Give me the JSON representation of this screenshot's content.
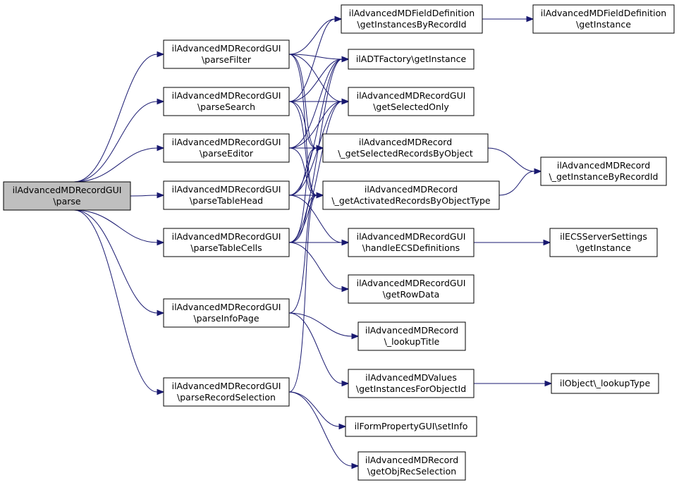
{
  "graph": {
    "nodes": [
      {
        "id": "parse",
        "lines": [
          "ilAdvancedMDRecordGUI",
          "\\parse"
        ],
        "highlighted": true
      },
      {
        "id": "parseFilter",
        "lines": [
          "ilAdvancedMDRecordGUI",
          "\\parseFilter"
        ]
      },
      {
        "id": "parseSearch",
        "lines": [
          "ilAdvancedMDRecordGUI",
          "\\parseSearch"
        ]
      },
      {
        "id": "parseEditor",
        "lines": [
          "ilAdvancedMDRecordGUI",
          "\\parseEditor"
        ]
      },
      {
        "id": "parseTableHead",
        "lines": [
          "ilAdvancedMDRecordGUI",
          "\\parseTableHead"
        ]
      },
      {
        "id": "parseTableCells",
        "lines": [
          "ilAdvancedMDRecordGUI",
          "\\parseTableCells"
        ]
      },
      {
        "id": "parseInfoPage",
        "lines": [
          "ilAdvancedMDRecordGUI",
          "\\parseInfoPage"
        ]
      },
      {
        "id": "parseRecordSelection",
        "lines": [
          "ilAdvancedMDRecordGUI",
          "\\parseRecordSelection"
        ]
      },
      {
        "id": "fieldDefByRecord",
        "lines": [
          "ilAdvancedMDFieldDefinition",
          "\\getInstancesByRecordId"
        ]
      },
      {
        "id": "fieldDefInstance",
        "lines": [
          "ilAdvancedMDFieldDefinition",
          "\\getInstance"
        ]
      },
      {
        "id": "adtFactory",
        "lines": [
          "ilADTFactory\\getInstance"
        ]
      },
      {
        "id": "getSelectedOnly",
        "lines": [
          "ilAdvancedMDRecordGUI",
          "\\getSelectedOnly"
        ]
      },
      {
        "id": "getSelectedRecordsByObject",
        "lines": [
          "ilAdvancedMDRecord",
          "\\_getSelectedRecordsByObject"
        ]
      },
      {
        "id": "getInstanceByRecordId",
        "lines": [
          "ilAdvancedMDRecord",
          "\\_getInstanceByRecordId"
        ]
      },
      {
        "id": "getActivatedRecordsByObjectType",
        "lines": [
          "ilAdvancedMDRecord",
          "\\_getActivatedRecordsByObjectType"
        ]
      },
      {
        "id": "handleECSDefinitions",
        "lines": [
          "ilAdvancedMDRecordGUI",
          "\\handleECSDefinitions"
        ]
      },
      {
        "id": "ecsServerSettings",
        "lines": [
          "ilECSServerSettings",
          "\\getInstance"
        ]
      },
      {
        "id": "getRowData",
        "lines": [
          "ilAdvancedMDRecordGUI",
          "\\getRowData"
        ]
      },
      {
        "id": "lookupTitle",
        "lines": [
          "ilAdvancedMDRecord",
          "\\_lookupTitle"
        ]
      },
      {
        "id": "valuesForObjectId",
        "lines": [
          "ilAdvancedMDValues",
          "\\getInstancesForObjectId"
        ]
      },
      {
        "id": "lookupType",
        "lines": [
          "ilObject\\_lookupType"
        ]
      },
      {
        "id": "setInfo",
        "lines": [
          "ilFormPropertyGUI\\setInfo"
        ]
      },
      {
        "id": "getObjRecSelection",
        "lines": [
          "ilAdvancedMDRecord",
          "\\getObjRecSelection"
        ]
      }
    ],
    "edges": [
      [
        "parse",
        "parseFilter"
      ],
      [
        "parse",
        "parseSearch"
      ],
      [
        "parse",
        "parseEditor"
      ],
      [
        "parse",
        "parseTableHead"
      ],
      [
        "parse",
        "parseTableCells"
      ],
      [
        "parse",
        "parseInfoPage"
      ],
      [
        "parse",
        "parseRecordSelection"
      ],
      [
        "parseFilter",
        "fieldDefByRecord"
      ],
      [
        "parseFilter",
        "adtFactory"
      ],
      [
        "parseFilter",
        "getSelectedOnly"
      ],
      [
        "parseFilter",
        "getSelectedRecordsByObject"
      ],
      [
        "parseFilter",
        "getActivatedRecordsByObjectType"
      ],
      [
        "parseSearch",
        "fieldDefByRecord"
      ],
      [
        "parseSearch",
        "adtFactory"
      ],
      [
        "parseSearch",
        "getSelectedOnly"
      ],
      [
        "parseSearch",
        "getSelectedRecordsByObject"
      ],
      [
        "parseSearch",
        "getActivatedRecordsByObjectType"
      ],
      [
        "parseEditor",
        "adtFactory"
      ],
      [
        "parseEditor",
        "getSelectedOnly"
      ],
      [
        "parseEditor",
        "getSelectedRecordsByObject"
      ],
      [
        "parseEditor",
        "getActivatedRecordsByObjectType"
      ],
      [
        "parseTableHead",
        "adtFactory"
      ],
      [
        "parseTableHead",
        "getSelectedOnly"
      ],
      [
        "parseTableHead",
        "getSelectedRecordsByObject"
      ],
      [
        "parseTableHead",
        "getActivatedRecordsByObjectType"
      ],
      [
        "parseTableHead",
        "handleECSDefinitions"
      ],
      [
        "parseTableCells",
        "adtFactory"
      ],
      [
        "parseTableCells",
        "getSelectedOnly"
      ],
      [
        "parseTableCells",
        "getSelectedRecordsByObject"
      ],
      [
        "parseTableCells",
        "getActivatedRecordsByObjectType"
      ],
      [
        "parseTableCells",
        "handleECSDefinitions"
      ],
      [
        "parseTableCells",
        "getRowData"
      ],
      [
        "parseInfoPage",
        "getActivatedRecordsByObjectType"
      ],
      [
        "parseInfoPage",
        "lookupTitle"
      ],
      [
        "parseInfoPage",
        "valuesForObjectId"
      ],
      [
        "parseRecordSelection",
        "getActivatedRecordsByObjectType"
      ],
      [
        "parseRecordSelection",
        "setInfo"
      ],
      [
        "parseRecordSelection",
        "getObjRecSelection"
      ],
      [
        "fieldDefByRecord",
        "fieldDefInstance"
      ],
      [
        "getSelectedRecordsByObject",
        "getInstanceByRecordId"
      ],
      [
        "getActivatedRecordsByObjectType",
        "getInstanceByRecordId"
      ],
      [
        "handleECSDefinitions",
        "ecsServerSettings"
      ],
      [
        "valuesForObjectId",
        "lookupType"
      ]
    ]
  }
}
